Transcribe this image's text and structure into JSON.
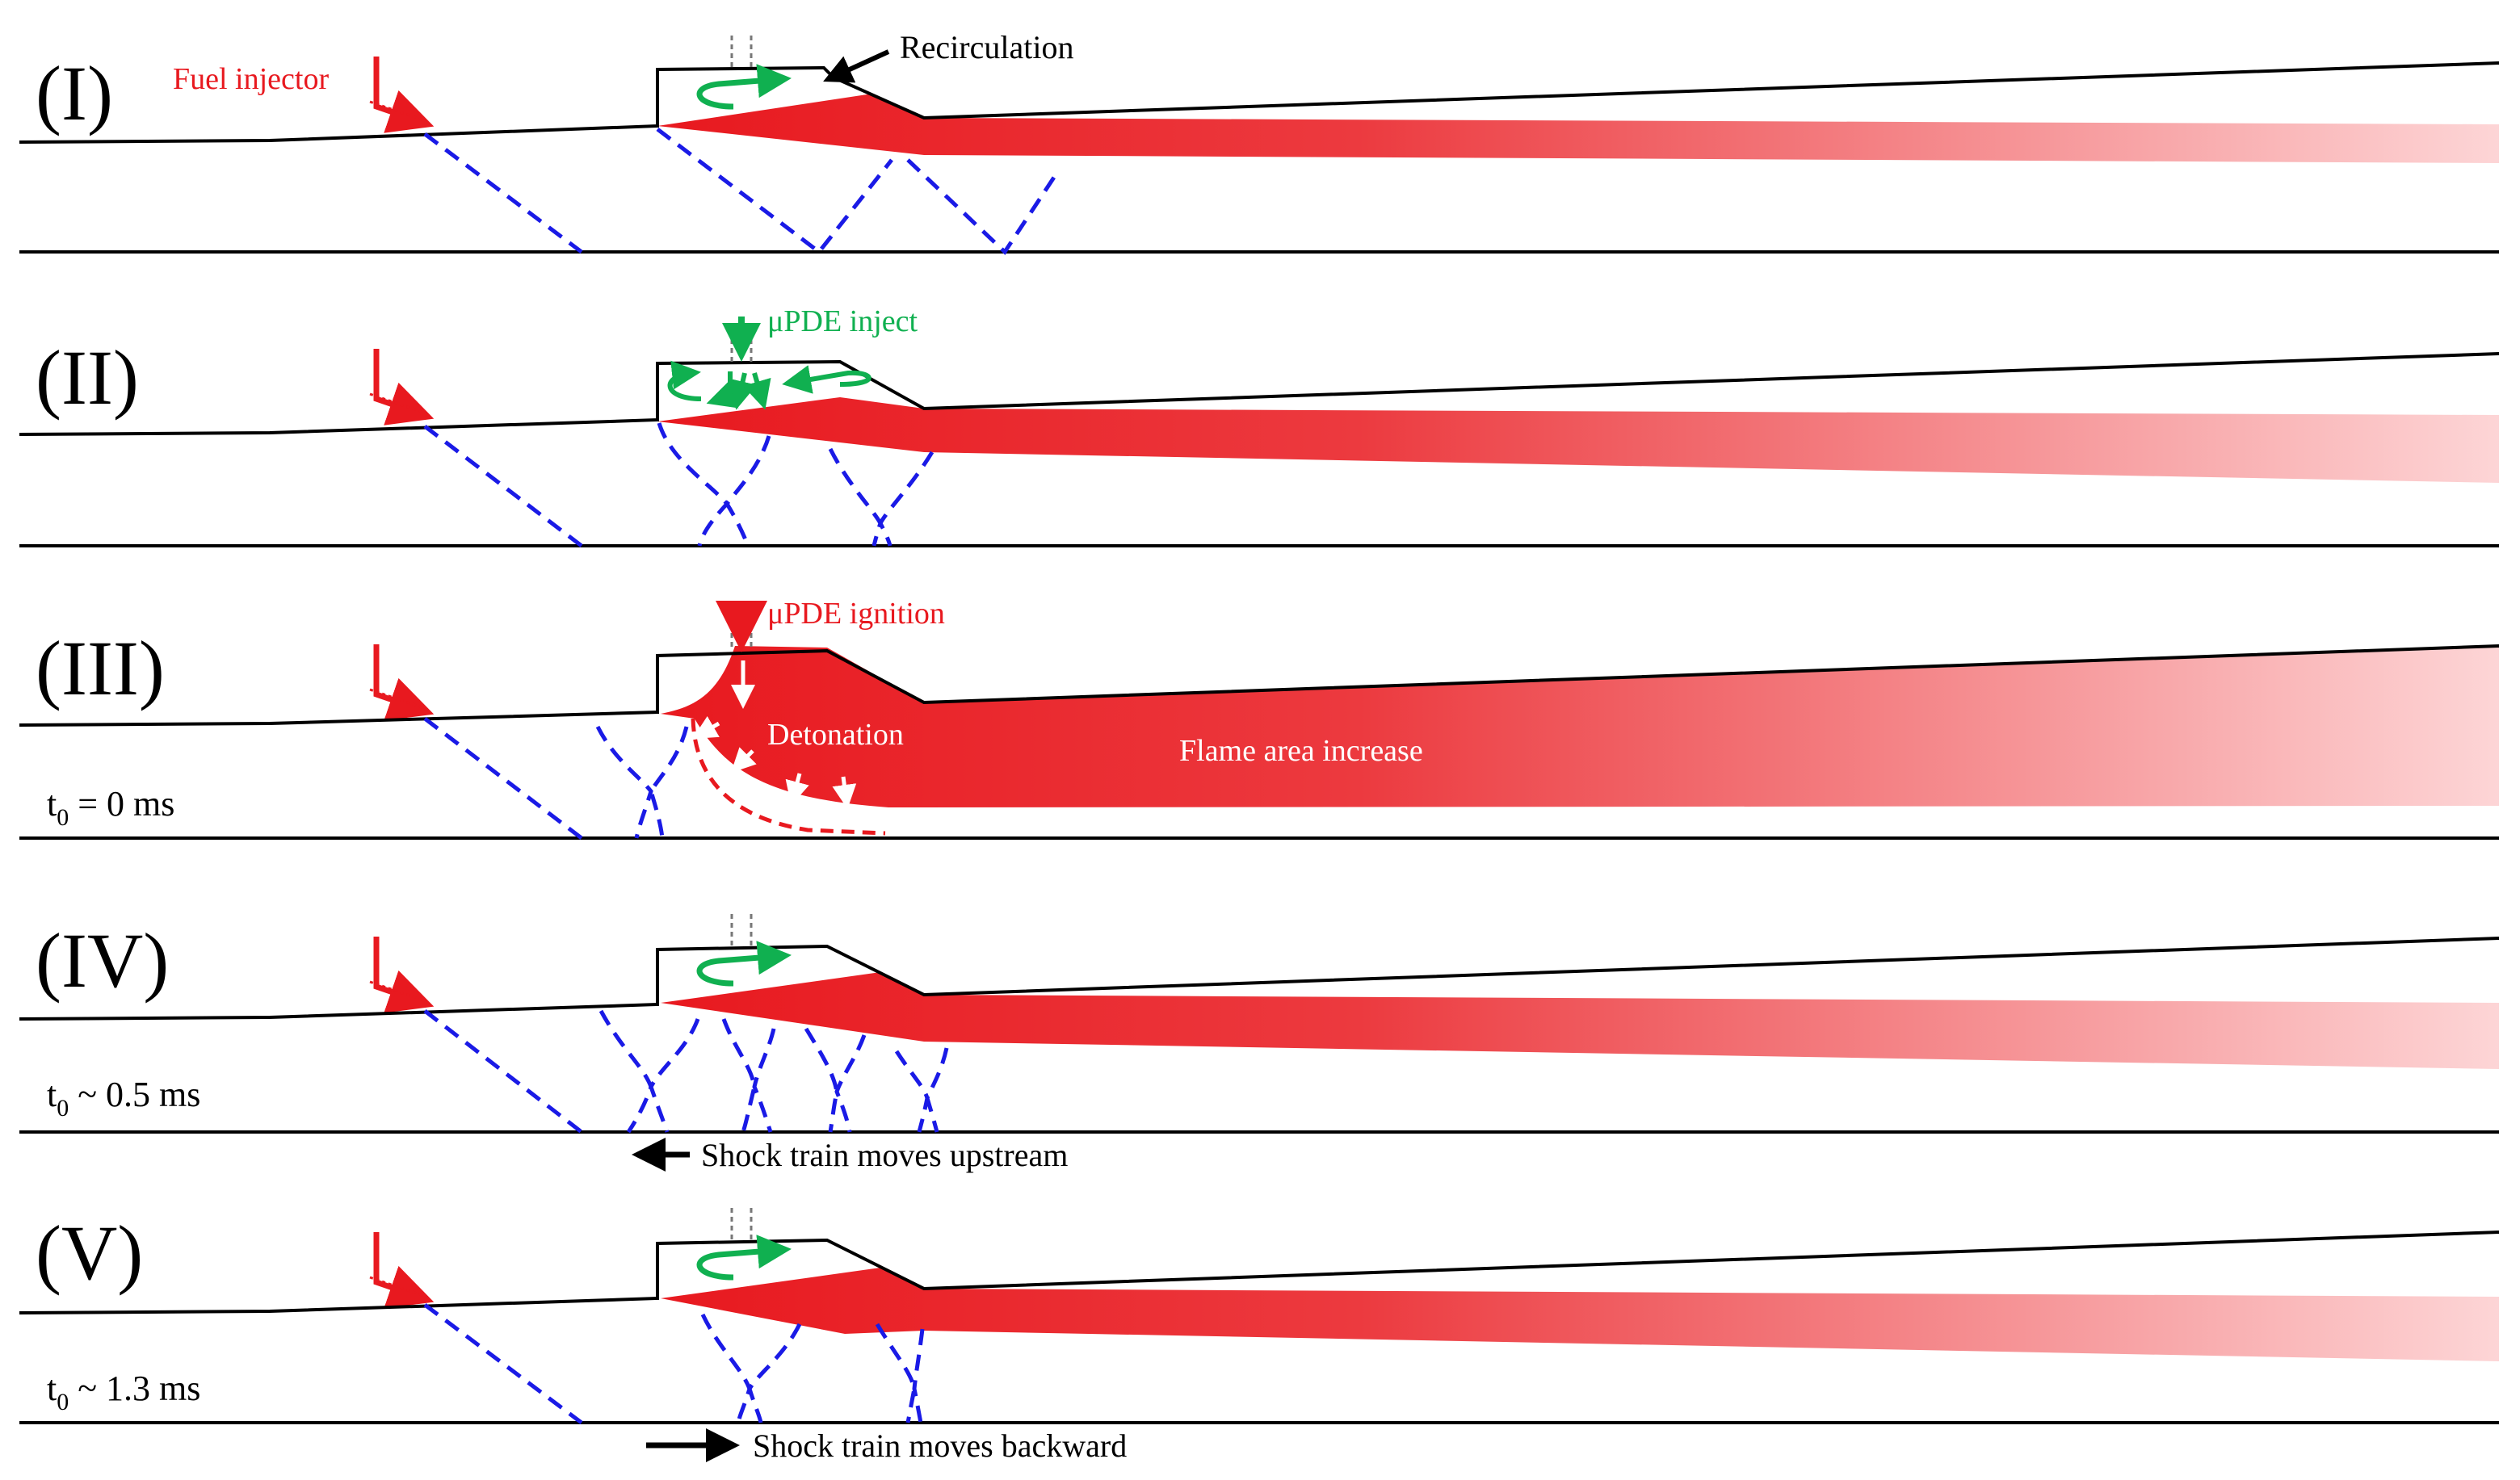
{
  "colors": {
    "flame": "#e8191f",
    "flame_fade": "#fdd5d6",
    "shock": "#1a1ae6",
    "recirculation": "#10b050",
    "wall": "#000000",
    "detonation_front": "#e8191f"
  },
  "icons": {
    "fuel_injector": "red-l-shaped-injector-icon",
    "recirculation": "green-curved-arrow-icon",
    "micro_pde_port": "dashed-port-icon"
  },
  "panels": [
    {
      "id": "I",
      "label": "(I)",
      "annotations": [
        {
          "key": "fuel_injector",
          "text": "Fuel injector",
          "color": "red"
        },
        {
          "key": "recirculation",
          "text": "Recirculation",
          "color": "black"
        }
      ]
    },
    {
      "id": "II",
      "label": "(II)",
      "annotations": [
        {
          "key": "pde_inject",
          "text": "μPDE inject",
          "color": "green"
        }
      ]
    },
    {
      "id": "III",
      "label": "(III)",
      "time": {
        "prefix": "t",
        "subscript": "0",
        "suffix": " = 0 ms"
      },
      "annotations": [
        {
          "key": "pde_ignition",
          "text": "μPDE ignition",
          "color": "red"
        },
        {
          "key": "detonation",
          "text": "Detonation",
          "color": "white"
        },
        {
          "key": "flame_area",
          "text": "Flame area increase",
          "color": "white"
        }
      ]
    },
    {
      "id": "IV",
      "label": "(IV)",
      "time": {
        "prefix": "t",
        "subscript": "0",
        "suffix": " ~ 0.5 ms"
      },
      "caption": "Shock train moves upstream",
      "caption_direction": "left"
    },
    {
      "id": "V",
      "label": "(V)",
      "time": {
        "prefix": "t",
        "subscript": "0",
        "suffix": " ~ 1.3 ms"
      },
      "caption": "Shock train moves backward",
      "caption_direction": "right"
    }
  ]
}
